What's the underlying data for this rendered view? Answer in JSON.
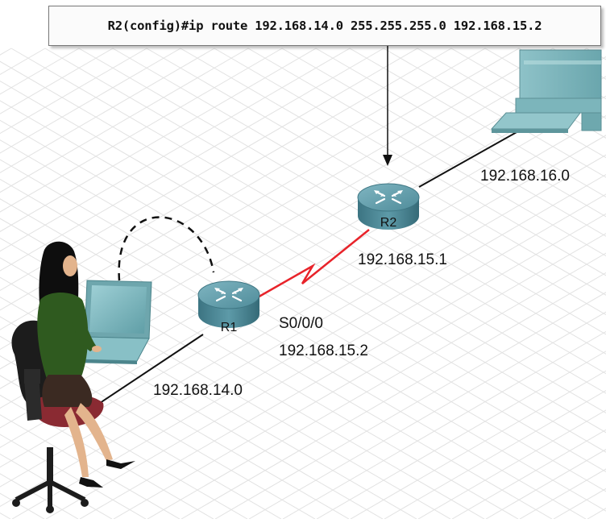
{
  "command": "R2(config)#ip route 192.168.14.0 255.255.255.0 192.168.15.2",
  "routers": {
    "r1": {
      "name": "R1"
    },
    "r2": {
      "name": "R2"
    }
  },
  "labels": {
    "net_r1_lan": "192.168.14.0",
    "net_r2_lan": "192.168.16.0",
    "r2_serial_ip": "192.168.15.1",
    "r1_serial_interface": "S0/0/0",
    "r1_serial_ip": "192.168.15.2"
  },
  "colors": {
    "serial_link": "#e8232a",
    "ethernet_link": "#111111",
    "router_body": "#4f8c9a",
    "grid_line": "#e2e2e2"
  }
}
